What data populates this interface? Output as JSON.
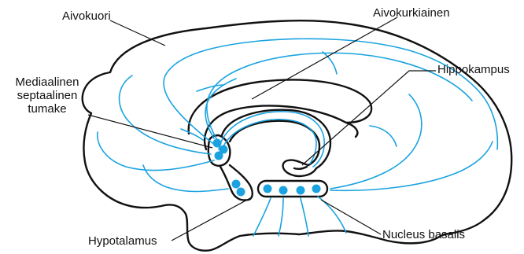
{
  "labels": {
    "cortex": "Aivokuori",
    "corpus_callosum": "Aivokurkiainen",
    "septal_line1": "Mediaalinen",
    "septal_line2": "septaalinen",
    "septal_line3": "tumake",
    "hippocampus": "Hippokampus",
    "hypothalamus": "Hypotalamus",
    "nucleus_basalis": "Nucleus basalis"
  },
  "colors": {
    "pathway": "#1aa3e0",
    "outline": "#111111",
    "background": "#ffffff"
  }
}
